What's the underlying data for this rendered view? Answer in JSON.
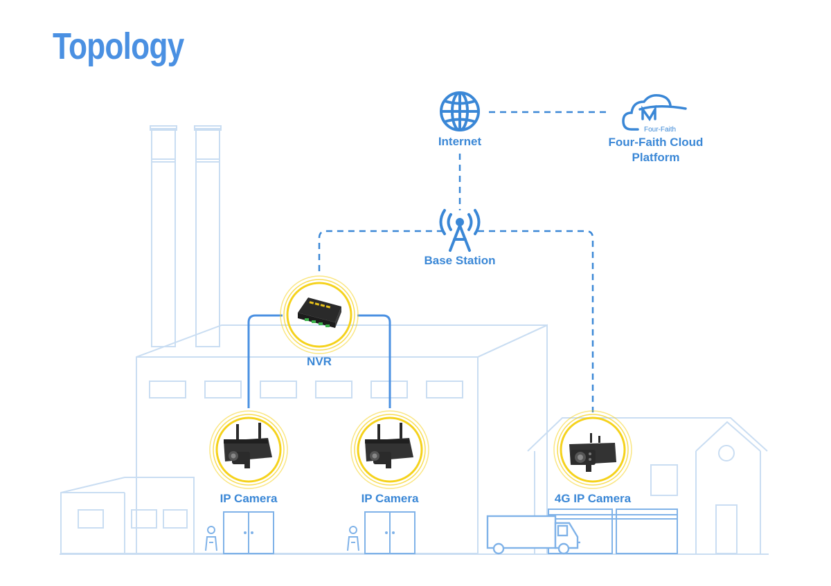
{
  "title": "Topology",
  "nodes": {
    "internet": "Internet",
    "cloud_line1": "Four-Faith Cloud",
    "cloud_line2": "Platform",
    "cloud_logo_text": "Four-Faith",
    "base_station": "Base Station",
    "nvr": "NVR",
    "camera_left": "IP Camera",
    "camera_middle": "IP Camera",
    "camera_4g": "4G IP Camera"
  },
  "links": [
    {
      "from": "internet",
      "to": "cloud",
      "style": "dashed"
    },
    {
      "from": "internet",
      "to": "base_station",
      "style": "dashed"
    },
    {
      "from": "base_station",
      "to": "nvr",
      "style": "dashed"
    },
    {
      "from": "base_station",
      "to": "4g_ip_camera",
      "style": "dashed"
    },
    {
      "from": "nvr",
      "to": "ip_camera_left",
      "style": "solid"
    },
    {
      "from": "nvr",
      "to": "ip_camera_middle",
      "style": "solid"
    }
  ],
  "colors": {
    "accent": "#3a87d6",
    "title": "#4a90e2",
    "building_outline": "#c9ddf2",
    "halo": "#f5d21c",
    "device": "#2a2a2a"
  }
}
